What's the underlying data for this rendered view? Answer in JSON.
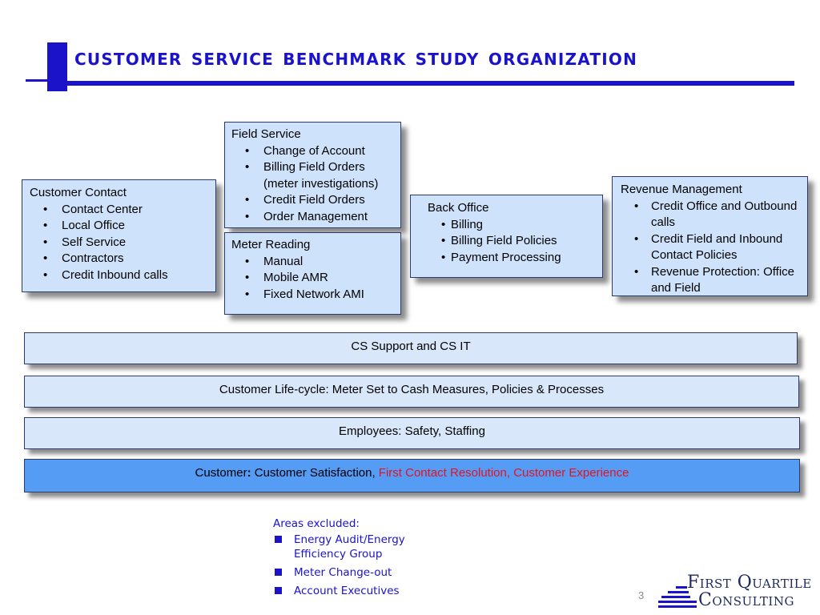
{
  "slide": {
    "title": "Customer Service Benchmark Study Organization",
    "page_number": "3"
  },
  "boxes": {
    "customer_contact": {
      "head": "Customer Contact",
      "items": [
        "Contact Center",
        "Local Office",
        "Self Service",
        "Contractors",
        "Credit Inbound calls"
      ]
    },
    "field_service": {
      "head": "Field Service",
      "items": [
        "Change of Account",
        "Billing Field Orders (meter investigations)",
        "Credit Field Orders",
        "Order Management"
      ]
    },
    "meter_reading": {
      "head": "Meter Reading",
      "items": [
        "Manual",
        "Mobile AMR",
        "Fixed Network AMI"
      ]
    },
    "back_office": {
      "head": "Back Office",
      "items": [
        "Billing",
        "Billing Field Policies",
        "Payment Processing"
      ]
    },
    "revenue_management": {
      "head": "Revenue Management",
      "items": [
        "Credit Office and Outbound calls",
        "Credit Field and Inbound Contact Policies",
        "Revenue Protection: Office and Field"
      ]
    }
  },
  "bands": {
    "cs_support": "CS Support and CS IT",
    "lifecycle": "Customer Life-cycle: Meter Set to Cash Measures, Policies & Processes",
    "employees": "Employees:  Safety, Staffing",
    "customer_label": "Customer",
    "customer_colon": ":",
    "customer_black": "  Customer Satisfaction,",
    "customer_red": " First Contact Resolution, Customer Experience"
  },
  "excluded": {
    "heading": "Areas excluded:",
    "items": [
      "Energy Audit/Energy Efficiency Group",
      "Meter Change-out",
      "Account Executives"
    ]
  },
  "logo": {
    "line1": "First Quartile",
    "line2": "Consulting"
  },
  "colors": {
    "title_blue": "#1a13c9",
    "box_fill": "#cfe2fb",
    "customer_band": "#559cf5",
    "highlight_red": "#e8121e"
  }
}
